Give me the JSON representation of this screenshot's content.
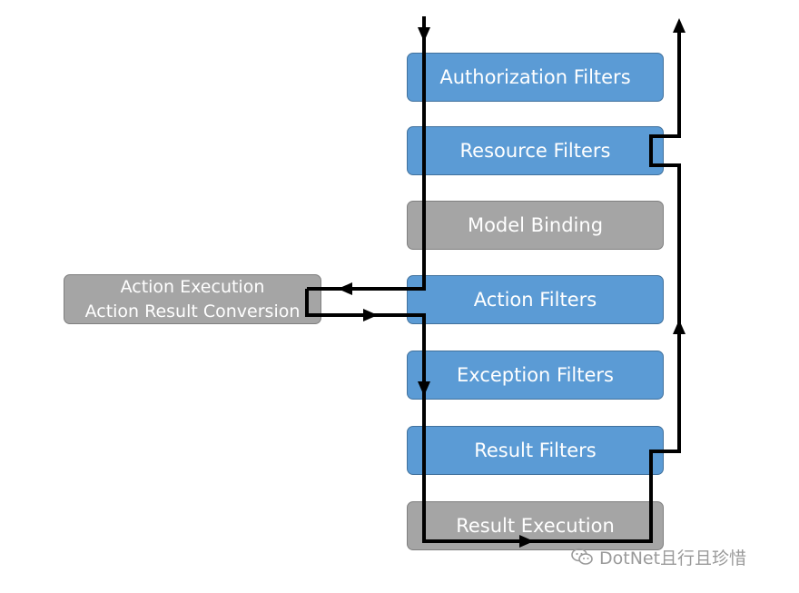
{
  "diagram": {
    "boxes": {
      "authorization": "Authorization Filters",
      "resource": "Resource Filters",
      "model_binding": "Model Binding",
      "action": "Action Filters",
      "exception": "Exception Filters",
      "result": "Result Filters",
      "result_execution": "Result Execution"
    },
    "side_box": {
      "line1": "Action Execution",
      "line2": "Action Result Conversion"
    },
    "colors": {
      "filter_box": "#5b9bd5",
      "stage_box": "#a5a5a5",
      "flow_line": "#000000"
    }
  },
  "watermark": {
    "text": "DotNet且行且珍惜",
    "icon": "wechat-icon"
  }
}
